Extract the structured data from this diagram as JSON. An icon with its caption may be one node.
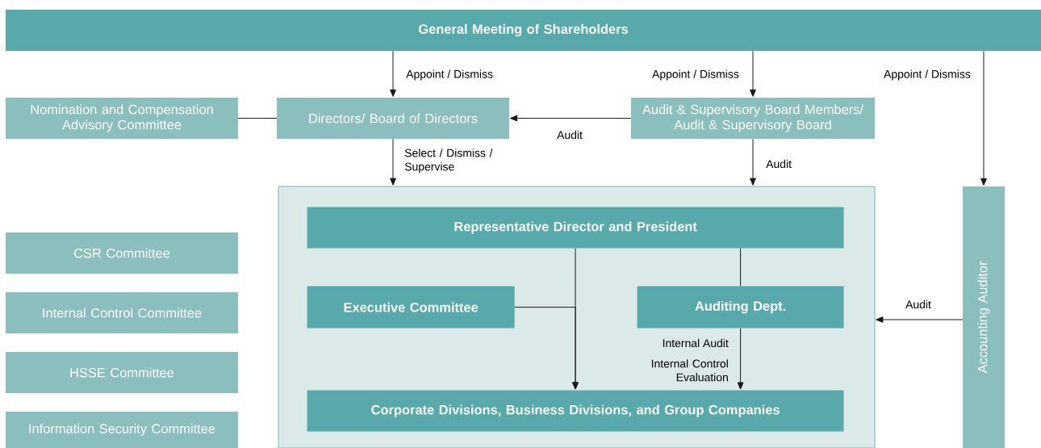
{
  "diagram": {
    "nodes": [
      {
        "text": [
          "General Meeting of Shareholders"
        ]
      },
      {
        "text": [
          "Nomination and Compensation Advisory Committee"
        ]
      },
      {
        "text": [
          "Directors/ Board of Directors"
        ]
      },
      {
        "text": [
          "Audit & Supervisory Board Members/ Audit & Supervisory Board"
        ]
      },
      {
        "text": [],
        "shape": "box"
      },
      {
        "text": [
          "Representative Director and President"
        ],
        "in": 4
      },
      {
        "text": [
          "Executive Committee"
        ],
        "in": 4
      },
      {
        "text": [
          "Auditing Dept."
        ],
        "in": 4
      },
      {
        "text": [
          "Corporate Divisions, Business Divisions, and Group Companies"
        ],
        "in": 4
      },
      {
        "text": [
          "Accounting Auditor"
        ]
      },
      {
        "text": [
          "CSR Committee"
        ]
      },
      {
        "text": [
          "Internal Control Committee"
        ]
      },
      {
        "text": [
          "HSSE Committee"
        ]
      },
      {
        "text": [
          "Information Security Committee"
        ]
      }
    ],
    "edges": [
      {
        "from": 0,
        "to": 2,
        "arrow": "to",
        "label": "Appoint / Dismiss"
      },
      {
        "from": 0,
        "to": 3,
        "arrow": "to",
        "label": "Appoint / Dismiss"
      },
      {
        "from": 0,
        "to": 9,
        "arrow": "to",
        "label": "Appoint / Dismiss"
      },
      {
        "from": 3,
        "to": 2,
        "arrow": "to",
        "label": "Audit"
      },
      {
        "from": 2,
        "to": 1,
        "arrow": "none"
      },
      {
        "from": 2,
        "to": 4,
        "arrow": "to",
        "label": "Select / Dismiss / Supervise"
      },
      {
        "from": 3,
        "to": 4,
        "arrow": "to",
        "label": "Audit"
      },
      {
        "from": 9,
        "to": 4,
        "arrow": "to",
        "label": "Audit"
      },
      {
        "from": 5,
        "to": 8,
        "arrow": "to"
      },
      {
        "from": 6,
        "to": 8,
        "arrow": "to"
      },
      {
        "from": 5,
        "to": 7,
        "arrow": "none"
      },
      {
        "from": 7,
        "to": 8,
        "arrow": "to",
        "label": "Internal Audit"
      }
    ],
    "labels": [
      "Internal Control Evaluation"
    ]
  }
}
